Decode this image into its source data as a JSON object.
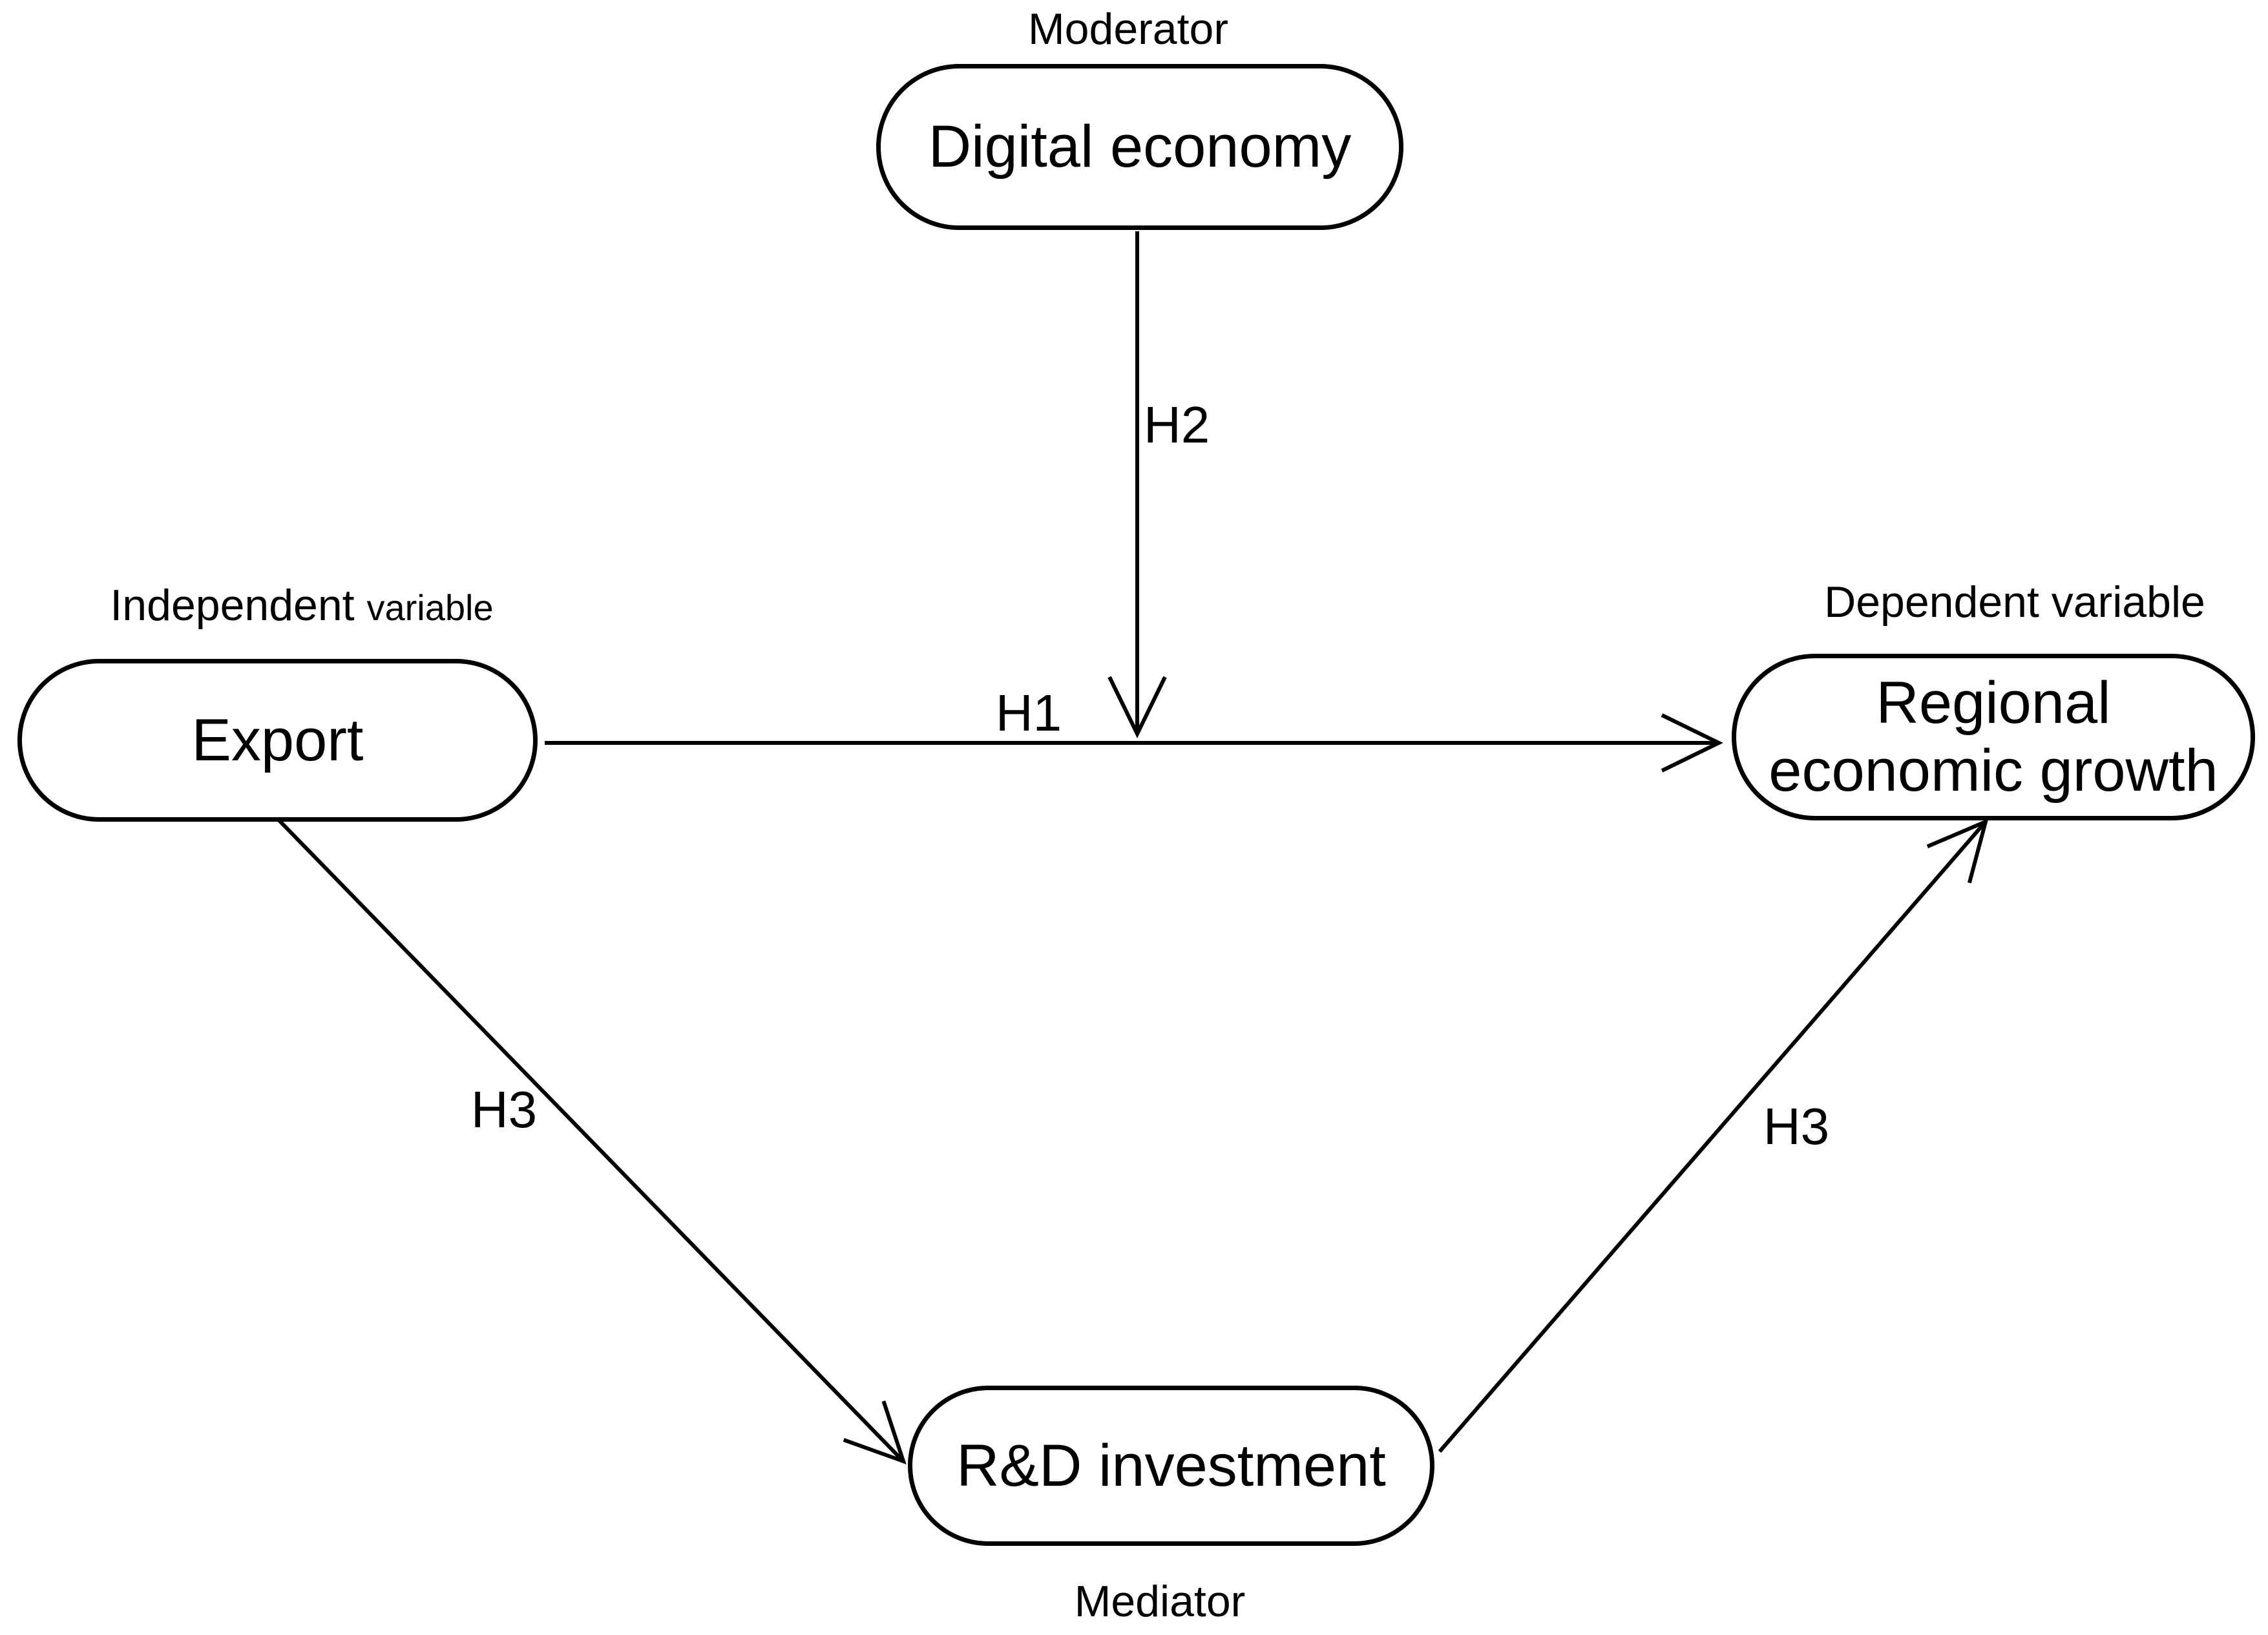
{
  "diagram": {
    "nodes": {
      "digital_economy": {
        "label": "Digital economy",
        "role": "Moderator"
      },
      "export": {
        "label": "Export",
        "role_word1": "Independent",
        "role_word2": "variable"
      },
      "regional": {
        "label_line1": "Regional",
        "label_line2": "economic growth",
        "role": "Dependent variable"
      },
      "rnd": {
        "label": "R&D investment",
        "role": "Mediator"
      }
    },
    "hypotheses": {
      "h1": "H1",
      "h2": "H2",
      "h3_left": "H3",
      "h3_right": "H3"
    },
    "colors": {
      "stroke": "#000000",
      "background": "#ffffff"
    }
  }
}
